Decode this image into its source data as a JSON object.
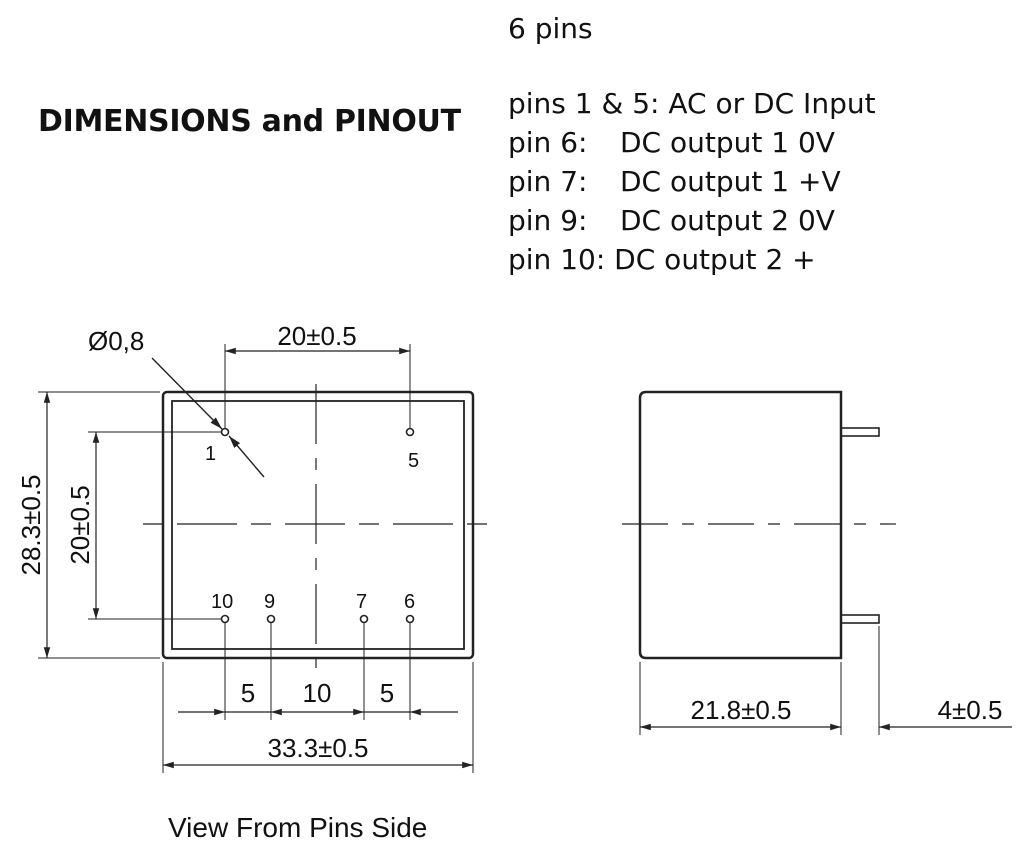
{
  "title": "DIMENSIONS and PINOUT",
  "pins_header": "6 pins",
  "pin_functions": [
    {
      "label": "pins 1 & 5:",
      "function": "AC or DC Input"
    },
    {
      "label": "pin 6:",
      "function": "DC output 1 0V"
    },
    {
      "label": "pin 7:",
      "function": "DC output 1 +V"
    },
    {
      "label": "pin 9:",
      "function": "DC output 2 0V"
    },
    {
      "label": "pin 10:",
      "function": "DC output 2 +"
    }
  ],
  "dimensions": {
    "pin_diameter": "Ø0,8",
    "pin_row_spacing": "20±0.5",
    "height": "28.3±0.5",
    "pin_column_spacing": "20±0.5",
    "width": "33.3±0.5",
    "gap_10_9": "5",
    "gap_9_7": "10",
    "gap_7_6": "5",
    "depth": "21.8±0.5",
    "pin_length": "4±0.5"
  },
  "pin_numbers": [
    "1",
    "5",
    "10",
    "9",
    "7",
    "6"
  ],
  "caption": "View From Pins Side"
}
